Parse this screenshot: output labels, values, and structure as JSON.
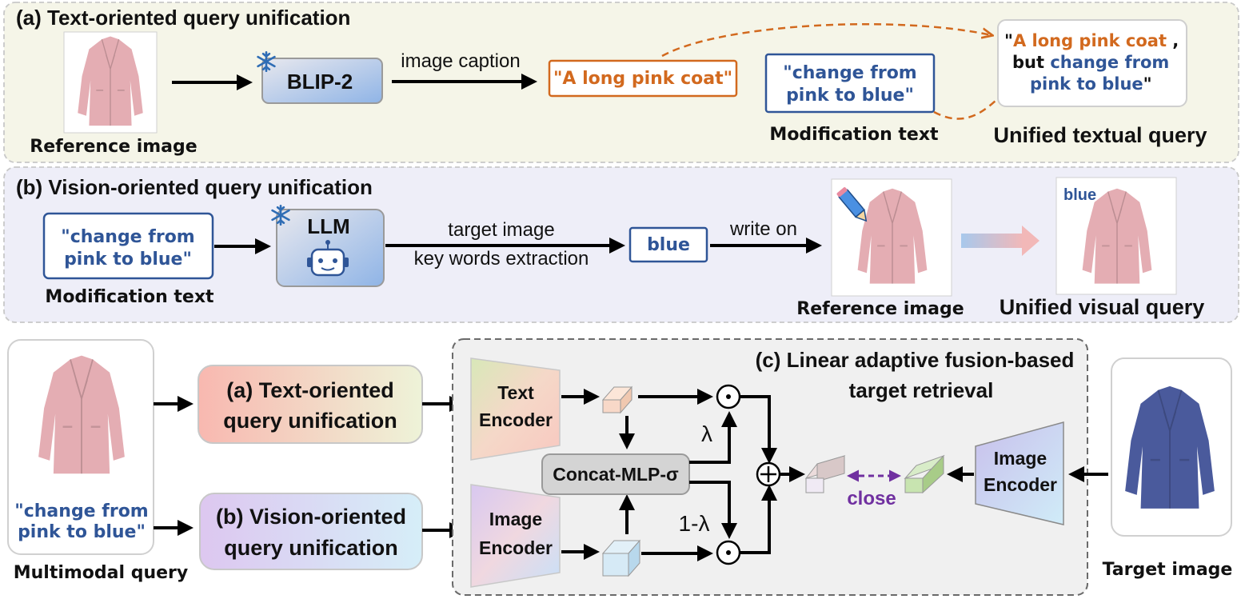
{
  "panel_a": {
    "title": "(a) Text-oriented query unification",
    "reference_label": "Reference image",
    "blip_label": "BLIP-2",
    "caption_label": "image caption",
    "caption_text": "\"A long pink coat\"",
    "mod_text_line1": "\"change from",
    "mod_text_line2": "pink to blue\"",
    "mod_label": "Modification text",
    "unified_open_quote": "\"",
    "unified_caption": "A long pink coat",
    "unified_comma": " ,",
    "unified_but": "but ",
    "unified_change": "change from",
    "unified_line3": "pink to blue",
    "unified_close_quote": "\"",
    "unified_label": "Unified textual query"
  },
  "panel_b": {
    "title": "(b) Vision-oriented query unification",
    "mod_text_line1": "\"change from",
    "mod_text_line2": "pink to blue\"",
    "mod_label": "Modification text",
    "llm_label": "LLM",
    "extract_line1": "target image",
    "extract_line2": "key words extraction",
    "keyword": "blue",
    "write_label": "write on",
    "reference_label": "Reference image",
    "overlay_word": "blue",
    "unified_label": "Unified visual query"
  },
  "panel_c": {
    "multimodal_text_line1": "\"change from",
    "multimodal_text_line2": "pink to blue\"",
    "multimodal_label": "Multimodal query",
    "text_unif_line1": "(a) Text-oriented",
    "text_unif_line2": "query unification",
    "vision_unif_line1": "(b) Vision-oriented",
    "vision_unif_line2": "query unification",
    "title_line1": "(c) Linear adaptive fusion-based",
    "title_line2": "target retrieval",
    "text_encoder_line1": "Text",
    "text_encoder_line2": "Encoder",
    "image_encoder_line1": "Image",
    "image_encoder_line2": "Encoder",
    "target_encoder_line1": "Image",
    "target_encoder_line2": "Encoder",
    "concat_label": "Concat-MLP-σ",
    "lambda_label": "λ",
    "one_minus_lambda_label": "1-λ",
    "dot_symbol": "⊙",
    "plus_symbol": "⊕",
    "close_label": "close",
    "target_label": "Target image"
  },
  "colors": {
    "orange": "#d2691e",
    "blue_text": "#2f5597",
    "purple": "#7030a0",
    "box_blue": "#2f5597"
  },
  "icons": [
    "snowflake-icon",
    "robot-icon",
    "pencil-icon",
    "arrow-icon",
    "coat-image"
  ]
}
